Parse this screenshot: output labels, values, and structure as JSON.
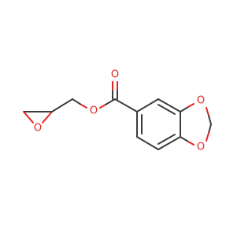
{
  "molecule": {
    "atoms": [
      {
        "id": "o_epoxide",
        "symbol": "O",
        "color": "#e8231f"
      },
      {
        "id": "o_ester",
        "symbol": "O",
        "color": "#e8231f"
      },
      {
        "id": "o_carbonyl",
        "symbol": "O",
        "color": "#e8231f"
      },
      {
        "id": "o_dioxole_top",
        "symbol": "O",
        "color": "#e8231f"
      },
      {
        "id": "o_dioxole_bottom",
        "symbol": "O",
        "color": "#e8231f"
      }
    ],
    "bond_color": "#3d3d3d"
  }
}
